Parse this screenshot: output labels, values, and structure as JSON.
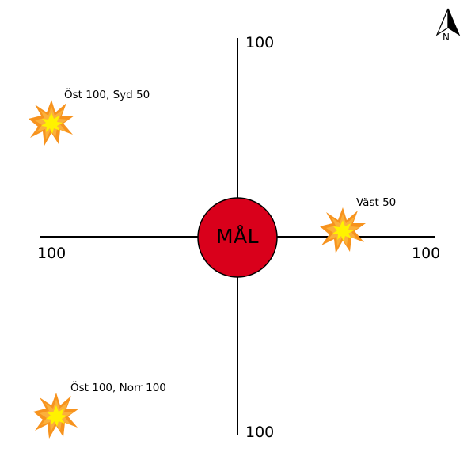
{
  "target": {
    "label": "MÅL",
    "color": "#d9001b"
  },
  "axis_labels": {
    "top": "100",
    "left": "100",
    "right": "100",
    "bottom": "100"
  },
  "compass": {
    "letter": "N",
    "icon": "north-arrow-icon"
  },
  "explosions": [
    {
      "label": "Öst 100, Syd 50",
      "icon": "explosion-icon"
    },
    {
      "label": "Väst 50",
      "icon": "explosion-icon"
    },
    {
      "label": "Öst 100, Norr 100",
      "icon": "explosion-icon"
    }
  ],
  "colors": {
    "axis": "#000000",
    "flame_outer": "#f7931e",
    "flame_mid": "#fbb03b",
    "flame_inner": "#fff200"
  }
}
